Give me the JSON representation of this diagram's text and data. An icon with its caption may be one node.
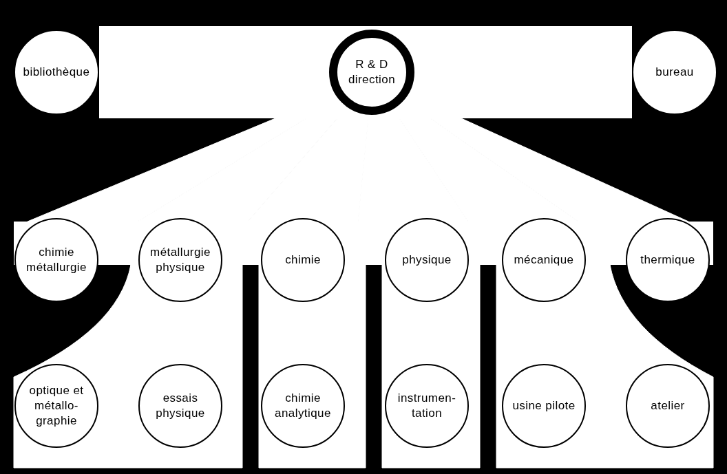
{
  "diagram": {
    "nodes": [
      {
        "text": [
          "bibliothèque"
        ]
      },
      {
        "text": [
          "R & D direction"
        ]
      },
      {
        "text": [
          "bureau"
        ]
      },
      {
        "text": [
          "chimie métallurgie"
        ]
      },
      {
        "text": [
          "métallurgie physique"
        ]
      },
      {
        "text": [
          "chimie"
        ]
      },
      {
        "text": [
          "physique"
        ]
      },
      {
        "text": [
          "mécanique"
        ]
      },
      {
        "text": [
          "thermique"
        ]
      },
      {
        "text": [
          "optique et métallo- graphie"
        ]
      },
      {
        "text": [
          "essais physique"
        ]
      },
      {
        "text": [
          "chimie analytique"
        ]
      },
      {
        "text": [
          "instrumen- tation"
        ]
      },
      {
        "text": [
          "usine pilote"
        ]
      },
      {
        "text": [
          "atelier"
        ]
      }
    ],
    "edges": [
      {
        "from": 0,
        "to": 1,
        "arrow": "none"
      },
      {
        "from": 1,
        "to": 2,
        "arrow": "none"
      },
      {
        "from": 1,
        "to": 3,
        "arrow": "none"
      },
      {
        "from": 1,
        "to": 4,
        "arrow": "none"
      },
      {
        "from": 1,
        "to": 5,
        "arrow": "none"
      },
      {
        "from": 1,
        "to": 6,
        "arrow": "none"
      },
      {
        "from": 1,
        "to": 7,
        "arrow": "none"
      },
      {
        "from": 1,
        "to": 8,
        "arrow": "none"
      },
      {
        "from": 3,
        "to": 9,
        "arrow": "none"
      },
      {
        "from": 4,
        "to": 10,
        "arrow": "none"
      },
      {
        "from": 5,
        "to": 11,
        "arrow": "none"
      },
      {
        "from": 6,
        "to": 12,
        "arrow": "none"
      },
      {
        "from": 7,
        "to": 13,
        "arrow": "none"
      },
      {
        "from": 8,
        "to": 14,
        "arrow": "none"
      }
    ]
  }
}
